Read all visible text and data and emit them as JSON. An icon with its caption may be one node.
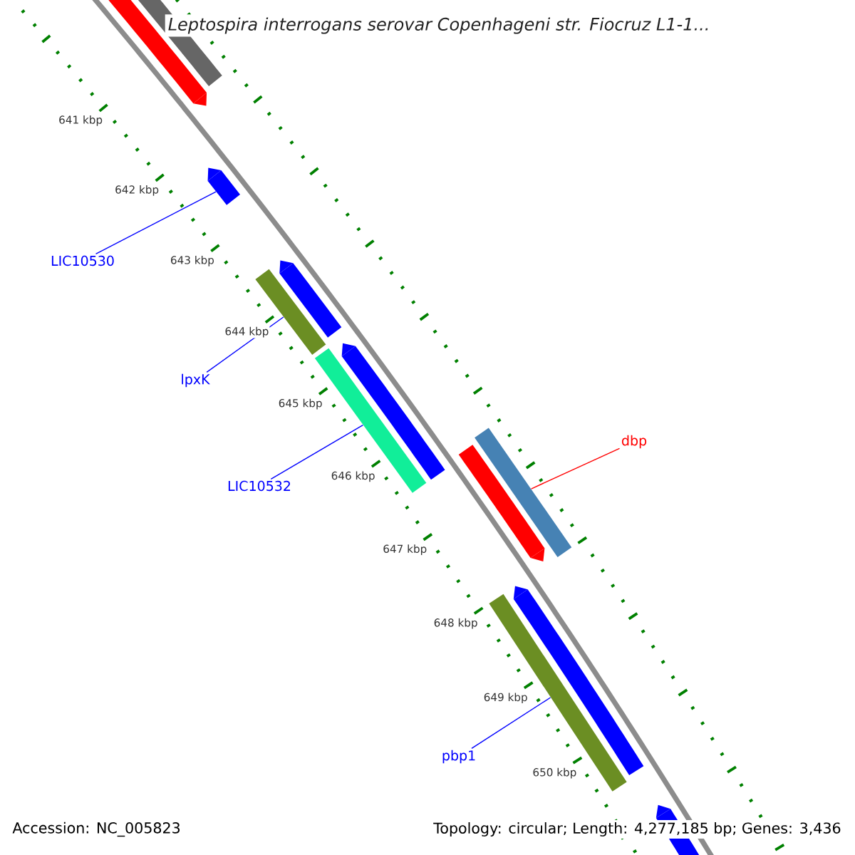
{
  "diagram": {
    "title": "Leptospira interrogans serovar Copenhageni str. Fiocruz L1-1...",
    "nodes": [
      {
        "text": [
          "LIC10530"
        ]
      },
      {
        "text": [],
        "shape": "bar"
      },
      {
        "text": [
          "lpxK"
        ]
      },
      {
        "text": [],
        "shape": "bar"
      },
      {
        "text": [
          "LIC10532"
        ]
      },
      {
        "text": [],
        "shape": "bar"
      },
      {
        "text": [
          "dbp"
        ]
      },
      {
        "text": [],
        "shape": "bar"
      },
      {
        "text": [
          "pbp1"
        ]
      },
      {
        "text": [],
        "shape": "bar"
      }
    ],
    "edges": [
      {
        "from": 0,
        "to": 1,
        "arrow": "none"
      },
      {
        "from": 2,
        "to": 3,
        "arrow": "none"
      },
      {
        "from": 4,
        "to": 5,
        "arrow": "none"
      },
      {
        "from": 6,
        "to": 7,
        "arrow": "none",
        "color": "#ff0000"
      },
      {
        "from": 8,
        "to": 9,
        "arrow": "none"
      }
    ],
    "labels": [
      "641 kbp",
      "642 kbp",
      "643 kbp",
      "644 kbp",
      "645 kbp",
      "646 kbp",
      "647 kbp",
      "648 kbp",
      "649 kbp",
      "650 kbp",
      "Accession: NC_005823",
      "Topology: circular; Length: 4,277,185 bp; Genes: 3,436"
    ]
  }
}
